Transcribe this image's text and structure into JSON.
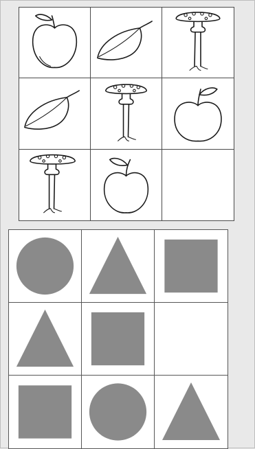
{
  "puzzles": [
    {
      "kind": "picture-grid",
      "cells": [
        {
          "row": 1,
          "col": 1,
          "icon": "apple-icon"
        },
        {
          "row": 1,
          "col": 2,
          "icon": "leaf-icon"
        },
        {
          "row": 1,
          "col": 3,
          "icon": "mushroom-icon"
        },
        {
          "row": 2,
          "col": 1,
          "icon": "leaf-icon"
        },
        {
          "row": 2,
          "col": 2,
          "icon": "mushroom-icon"
        },
        {
          "row": 2,
          "col": 3,
          "icon": "apple-icon"
        },
        {
          "row": 3,
          "col": 1,
          "icon": "mushroom-icon"
        },
        {
          "row": 3,
          "col": 2,
          "icon": "apple-icon"
        },
        {
          "row": 3,
          "col": 3,
          "icon": "empty"
        }
      ]
    },
    {
      "kind": "shape-grid",
      "shape_color": "#8a8a8a",
      "cells": [
        {
          "row": 1,
          "col": 1,
          "icon": "circle-icon"
        },
        {
          "row": 1,
          "col": 2,
          "icon": "triangle-icon"
        },
        {
          "row": 1,
          "col": 3,
          "icon": "square-icon"
        },
        {
          "row": 2,
          "col": 1,
          "icon": "triangle-icon"
        },
        {
          "row": 2,
          "col": 2,
          "icon": "square-icon"
        },
        {
          "row": 2,
          "col": 3,
          "icon": "empty"
        },
        {
          "row": 3,
          "col": 1,
          "icon": "square-icon"
        },
        {
          "row": 3,
          "col": 2,
          "icon": "circle-icon"
        },
        {
          "row": 3,
          "col": 3,
          "icon": "triangle-icon"
        }
      ]
    }
  ]
}
